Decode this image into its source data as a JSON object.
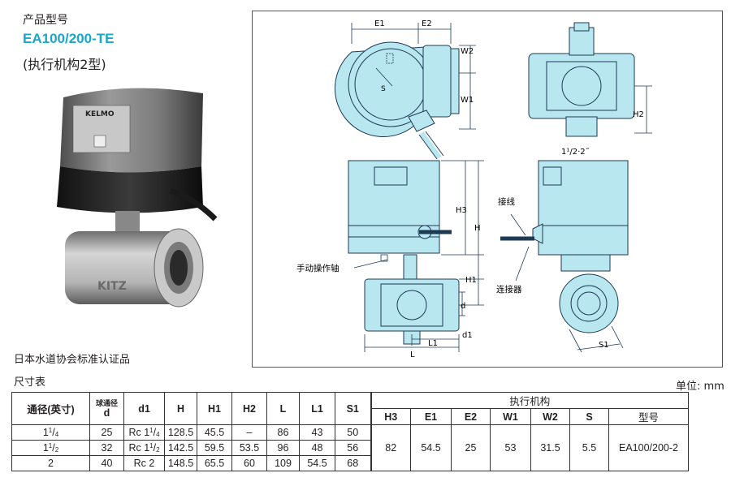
{
  "header": {
    "category": "产品型号",
    "model": "EA100/200-TE",
    "subtype": "(执行机构2型)"
  },
  "photo": {
    "brand_plate": "KELMO",
    "body_mark": "KITZ"
  },
  "certification": "日本水道协会标准认证品",
  "dim_title": "尺寸表",
  "unit": "单位: mm",
  "drawing": {
    "labels": {
      "e1": "E1",
      "e2": "E2",
      "w2": "W2",
      "w1": "W1",
      "s": "S",
      "h2": "H2",
      "size": "1¹/2·2˝",
      "h3": "H3",
      "h": "H",
      "h1": "H1",
      "d": "d",
      "d1": "d1",
      "l": "L",
      "l1": "L1",
      "s1": "S1",
      "wiring": "接线",
      "manual_shaft": "手动操作轴",
      "connector": "连接器"
    },
    "colors": {
      "fill": "#b9e7ef",
      "line": "#1d3a55"
    }
  },
  "table": {
    "headers": {
      "size": "通径(英寸)",
      "ball_top": "球通径",
      "ball_bottom": "d",
      "d1": "d1",
      "H": "H",
      "H1": "H1",
      "H2": "H2",
      "L": "L",
      "L1": "L1",
      "S1": "S1",
      "actuator": "执行机构",
      "H3": "H3",
      "E1": "E1",
      "E2": "E2",
      "W1": "W1",
      "W2": "W2",
      "S": "S",
      "model": "型号"
    },
    "rows": [
      {
        "size_whole": "1",
        "size_num": "1",
        "size_den": "4",
        "d": "25",
        "d1_prefix": "Rc 1",
        "d1_num": "1",
        "d1_den": "4",
        "H": "128.5",
        "H1": "45.5",
        "H2": "–",
        "L": "86",
        "L1": "43",
        "S1": "50"
      },
      {
        "size_whole": "1",
        "size_num": "1",
        "size_den": "2",
        "d": "32",
        "d1_prefix": "Rc 1",
        "d1_num": "1",
        "d1_den": "2",
        "H": "142.5",
        "H1": "59.5",
        "H2": "53.5",
        "L": "96",
        "L1": "48",
        "S1": "56"
      },
      {
        "size_whole": "2",
        "size_num": "",
        "size_den": "",
        "d": "40",
        "d1_prefix": "Rc 2",
        "d1_num": "",
        "d1_den": "",
        "H": "148.5",
        "H1": "65.5",
        "H2": "60",
        "L": "109",
        "L1": "54.5",
        "S1": "68"
      }
    ],
    "actuator_values": {
      "H3": "82",
      "E1": "54.5",
      "E2": "25",
      "W1": "53",
      "W2": "31.5",
      "S": "5.5",
      "model": "EA100/200-2"
    }
  }
}
